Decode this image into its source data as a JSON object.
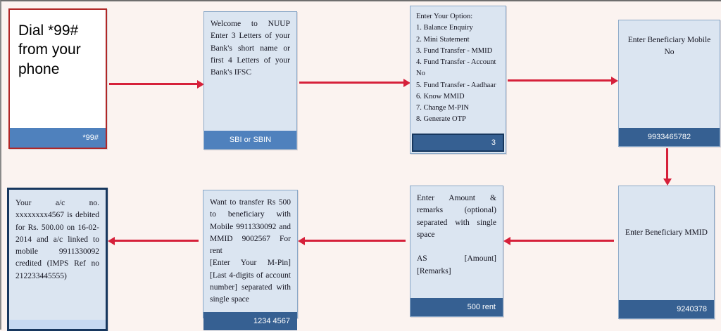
{
  "diagram": {
    "description": "NUUP *99# USSD fund transfer flow",
    "nodes": {
      "dial": {
        "text": "Dial *99# from your phone",
        "bar": "*99#"
      },
      "bank": {
        "text": "Welcome to NUUP Enter 3 Letters of your Bank's short name or first 4 Letters of your Bank's IFSC",
        "bar": "SBI or SBIN"
      },
      "menu": {
        "text": "Enter Your Option:\n1. Balance Enquiry\n2. Mini Statement\n3. Fund Transfer - MMID\n4. Fund Transfer - Account No\n5. Fund Transfer - Aadhaar\n6. Know MMID\n7. Change M-PIN\n8. Generate OTP",
        "bar": "3"
      },
      "mobile": {
        "text": "Enter Beneficiary Mobile No",
        "bar": "9933465782"
      },
      "mmid": {
        "text": "Enter Beneficiary MMID",
        "bar": "9240378"
      },
      "amount": {
        "text": "Enter Amount & remarks (optional) separated with single space\n\nAS [Amount] [Remarks]",
        "bar": "500 rent"
      },
      "transfer": {
        "text": "Want to transfer Rs 500 to beneficiary with Mobile 9911330092 and MMID 9002567 For rent\n[Enter Your M-Pin] [Last 4-digits of account number] separated with single space",
        "bar": "1234 4567"
      },
      "debited": {
        "text": "Your a/c no. xxxxxxxx4567 is debited for Rs. 500.00 on 16-02-2014 and a/c linked to mobile 9911330092 credited (IMPS Ref no 212233445555)",
        "bar": ""
      }
    },
    "colors": {
      "arrow": "#d6203a",
      "bar_dark": "#366092",
      "bar_medium": "#4f81bd",
      "screen_fill": "#dbe5f1",
      "dial_border": "#b02727",
      "debited_border": "#17375e",
      "background": "#fbf3f0"
    }
  }
}
